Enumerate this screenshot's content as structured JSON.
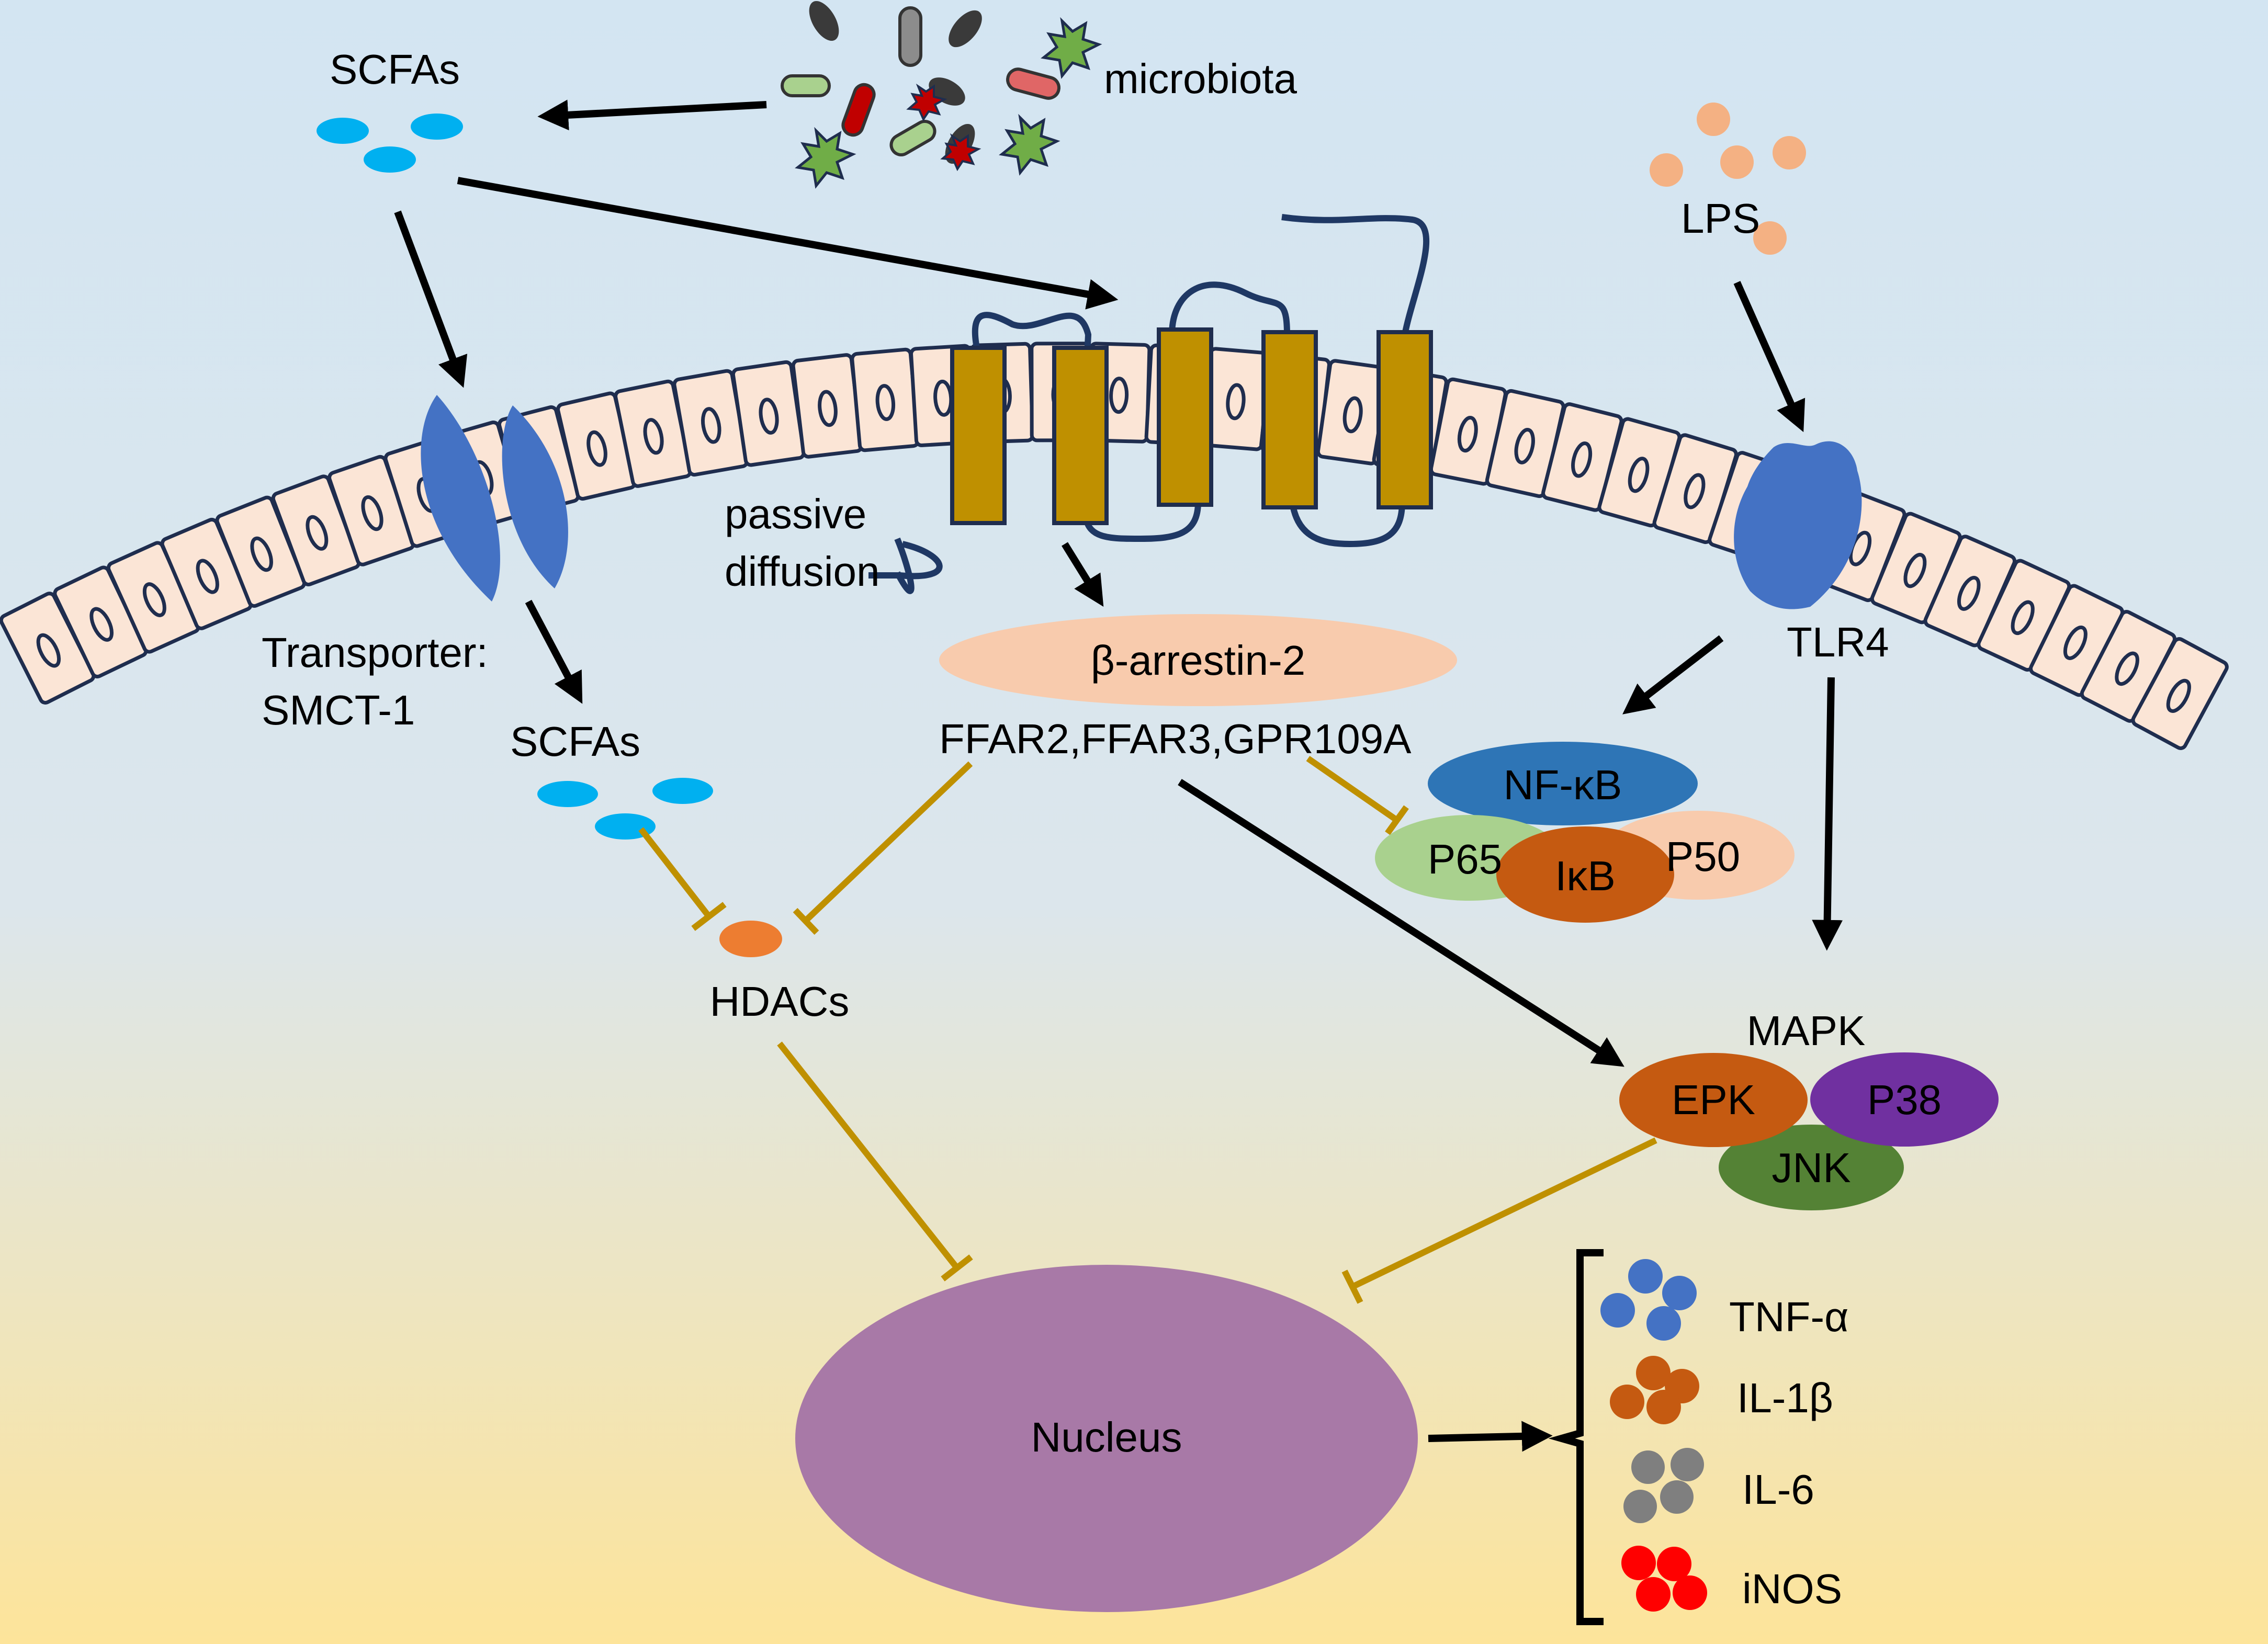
{
  "labels": {
    "scfas_top": "SCFAs",
    "microbiota": "microbiota",
    "lps": "LPS",
    "passive_1": "passive",
    "passive_2": "diffusion",
    "transporter_1": "Transporter:",
    "transporter_2": "SMCT-1",
    "scfas_inner": "SCFAs",
    "b_arrestin": "β-arrestin-2",
    "receptors": "FFAR2,FFAR3,GPR109A",
    "tlr4": "TLR4",
    "nfkb": "NF-κB",
    "p65": "P65",
    "ikb": "IκB",
    "p50": "P50",
    "hdacs": "HDACs",
    "mapk": "MAPK",
    "epk": "EPK",
    "p38": "P38",
    "jnk": "JNK",
    "nucleus": "Nucleus",
    "tnf": "TNF-α",
    "il1b": "IL-1β",
    "il6": "IL-6",
    "inos": "iNOS"
  },
  "colors": {
    "bg_top": "#d3e5f2",
    "bg_bottom": "#fde49a",
    "activation_arrow": "#000000",
    "inhibition_line": "#bf9000",
    "scfa": "#00b0f0",
    "lps": "#f4b183",
    "cell_fill": "#fbe5d6",
    "cell_stroke": "#1f2d4e",
    "gpcr_helix": "#bf9000",
    "gpcr_loop": "#1f3864",
    "transporter": "#4472c4",
    "tlr4": "#4472c4",
    "b_arrestin": "#f8cbad",
    "nfkb": "#2e75b6",
    "p65": "#a9d18e",
    "ikb": "#c55a11",
    "p50": "#f8cbad",
    "hdac": "#ed7d31",
    "epk": "#c55a11",
    "p38": "#7030a0",
    "jnk": "#548235",
    "nucleus": "#a879a7",
    "tnf": "#4472c4",
    "il1b": "#c55a11",
    "il6": "#7f7f7f",
    "inos": "#ff0000"
  },
  "icons": [
    "bacteria-icon",
    "scfa-molecule-icon",
    "lps-molecule-icon",
    "gpcr-receptor-icon",
    "transporter-icon",
    "tlr4-receptor-icon"
  ]
}
